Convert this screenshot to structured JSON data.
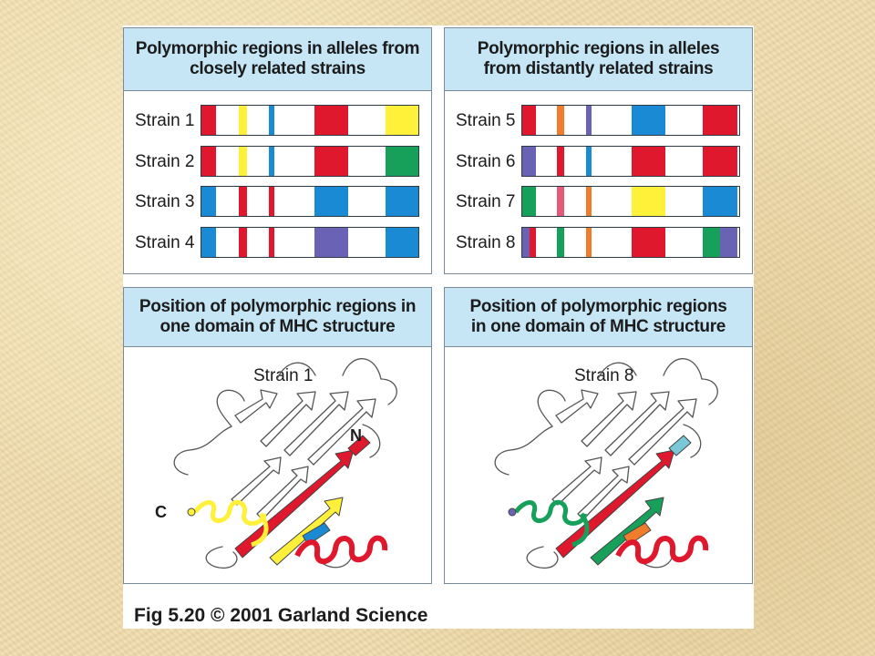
{
  "panels": {
    "top_left": {
      "title": "Polymorphic regions in alleles from\nclosely related strains",
      "strains": [
        {
          "label": "Strain 1",
          "segments": [
            "red",
            "yellow",
            "blue",
            "red",
            "yellow"
          ]
        },
        {
          "label": "Strain 2",
          "segments": [
            "red",
            "yellow",
            "blue",
            "red",
            "green"
          ]
        },
        {
          "label": "Strain 3",
          "segments": [
            "blue",
            "red",
            "red",
            "blue",
            "blue"
          ]
        },
        {
          "label": "Strain 4",
          "segments": [
            "blue",
            "red",
            "red",
            "purple",
            "blue"
          ]
        }
      ]
    },
    "top_right": {
      "title": "Polymorphic regions in alleles\nfrom distantly related strains",
      "strains": [
        {
          "label": "Strain 5",
          "segments": [
            "red",
            "orange",
            "purple",
            "blue",
            "red"
          ]
        },
        {
          "label": "Strain 6",
          "segments": [
            "purple",
            "red",
            "blue",
            "red",
            "red"
          ]
        },
        {
          "label": "Strain 7",
          "segments": [
            "green",
            "pink",
            "orange",
            "yellow",
            "blue"
          ]
        },
        {
          "label": "Strain 8",
          "segments": [
            "purple+red",
            "green",
            "orange",
            "red",
            "green+purple"
          ]
        }
      ]
    },
    "bottom_left": {
      "title": "Position of polymorphic regions in\none domain of MHC structure",
      "structure_label": "Strain 1",
      "n_terminus": "N",
      "c_terminus": "C"
    },
    "bottom_right": {
      "title": "Position of polymorphic regions\nin one domain of MHC structure",
      "structure_label": "Strain 8"
    }
  },
  "palette": {
    "red": "#e0182e",
    "yellow": "#fff03a",
    "blue": "#1a8ad4",
    "green": "#16a05a",
    "purple": "#6a62b4",
    "orange": "#f07c2c",
    "pink": "#e45a78",
    "cyan": "#78c8d8",
    "header": "#c6e6f6"
  },
  "caption": "Fig 5.20  © 2001 Garland Science"
}
